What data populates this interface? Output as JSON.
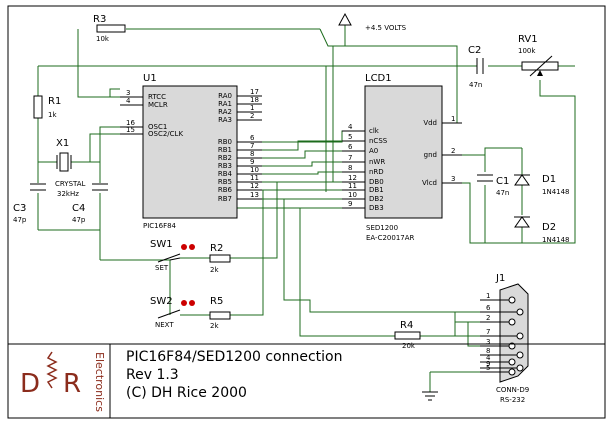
{
  "supply": {
    "label": "+4.5 VOLTS"
  },
  "components": {
    "r3": {
      "ref": "R3",
      "value": "10k"
    },
    "r1": {
      "ref": "R1",
      "value": "1k"
    },
    "x1": {
      "ref": "X1",
      "label1": "CRYSTAL",
      "label2": "32kHz"
    },
    "c3": {
      "ref": "C3",
      "value": "47p"
    },
    "c4": {
      "ref": "C4",
      "value": "47p"
    },
    "u1": {
      "ref": "U1",
      "part": "PIC16F84",
      "left_pins": [
        {
          "num": "3",
          "name": "RTCC"
        },
        {
          "num": "4",
          "name": "MCLR"
        },
        {
          "num": "16",
          "name": "OSC1"
        },
        {
          "num": "15",
          "name": "OSC2/CLK"
        }
      ],
      "right_pins": [
        {
          "num": "17",
          "name": "RA0"
        },
        {
          "num": "18",
          "name": "RA1"
        },
        {
          "num": "1",
          "name": "RA2"
        },
        {
          "num": "2",
          "name": "RA3"
        },
        {
          "num": "6",
          "name": "RB0"
        },
        {
          "num": "7",
          "name": "RB1"
        },
        {
          "num": "8",
          "name": "RB2"
        },
        {
          "num": "9",
          "name": "RB3"
        },
        {
          "num": "10",
          "name": "RB4"
        },
        {
          "num": "11",
          "name": "RB5"
        },
        {
          "num": "12",
          "name": "RB6"
        },
        {
          "num": "13",
          "name": "RB7"
        }
      ]
    },
    "lcd1": {
      "ref": "LCD1",
      "part": "SED1200",
      "part2": "EA-C20017AR",
      "left_pins": [
        {
          "num": "4",
          "name": "clk"
        },
        {
          "num": "5",
          "name": "nCSS"
        },
        {
          "num": "6",
          "name": "A0"
        },
        {
          "num": "7",
          "name": "nWR"
        },
        {
          "num": "8",
          "name": "nRD"
        },
        {
          "num": "12",
          "name": "DB0"
        },
        {
          "num": "11",
          "name": "DB1"
        },
        {
          "num": "10",
          "name": "DB2"
        },
        {
          "num": "9",
          "name": "DB3"
        }
      ],
      "right_pins": [
        {
          "num": "1",
          "name": "Vdd"
        },
        {
          "num": "2",
          "name": "gnd"
        },
        {
          "num": "3",
          "name": "Vlcd"
        }
      ]
    },
    "c2": {
      "ref": "C2",
      "value": "47n"
    },
    "rv1": {
      "ref": "RV1",
      "value": "100k"
    },
    "c1": {
      "ref": "C1",
      "value": "47n"
    },
    "d1": {
      "ref": "D1",
      "value": "1N4148"
    },
    "d2": {
      "ref": "D2",
      "value": "1N4148"
    },
    "sw1": {
      "ref": "SW1",
      "label": "SET"
    },
    "sw2": {
      "ref": "SW2",
      "label": "NEXT"
    },
    "r2": {
      "ref": "R2",
      "value": "2k"
    },
    "r5": {
      "ref": "R5",
      "value": "2k"
    },
    "r4": {
      "ref": "R4",
      "value": "20k"
    },
    "j1": {
      "ref": "J1",
      "part": "CONN-D9",
      "part2": "RS-232",
      "pins": [
        "1",
        "6",
        "2",
        "7",
        "3",
        "8",
        "4",
        "9",
        "5"
      ]
    }
  },
  "title_block": {
    "logo_letters": [
      "D",
      "R"
    ],
    "logo_word": "Electronics",
    "line1": "PIC16F84/SED1200 connection",
    "line2": "Rev 1.3",
    "line3": "(C) DH Rice 2000"
  },
  "colors": {
    "wire": "#1c6b1c",
    "body": "#d9d9d9",
    "logo": "#8b2c1c",
    "switch_contact": "#cc0000"
  }
}
